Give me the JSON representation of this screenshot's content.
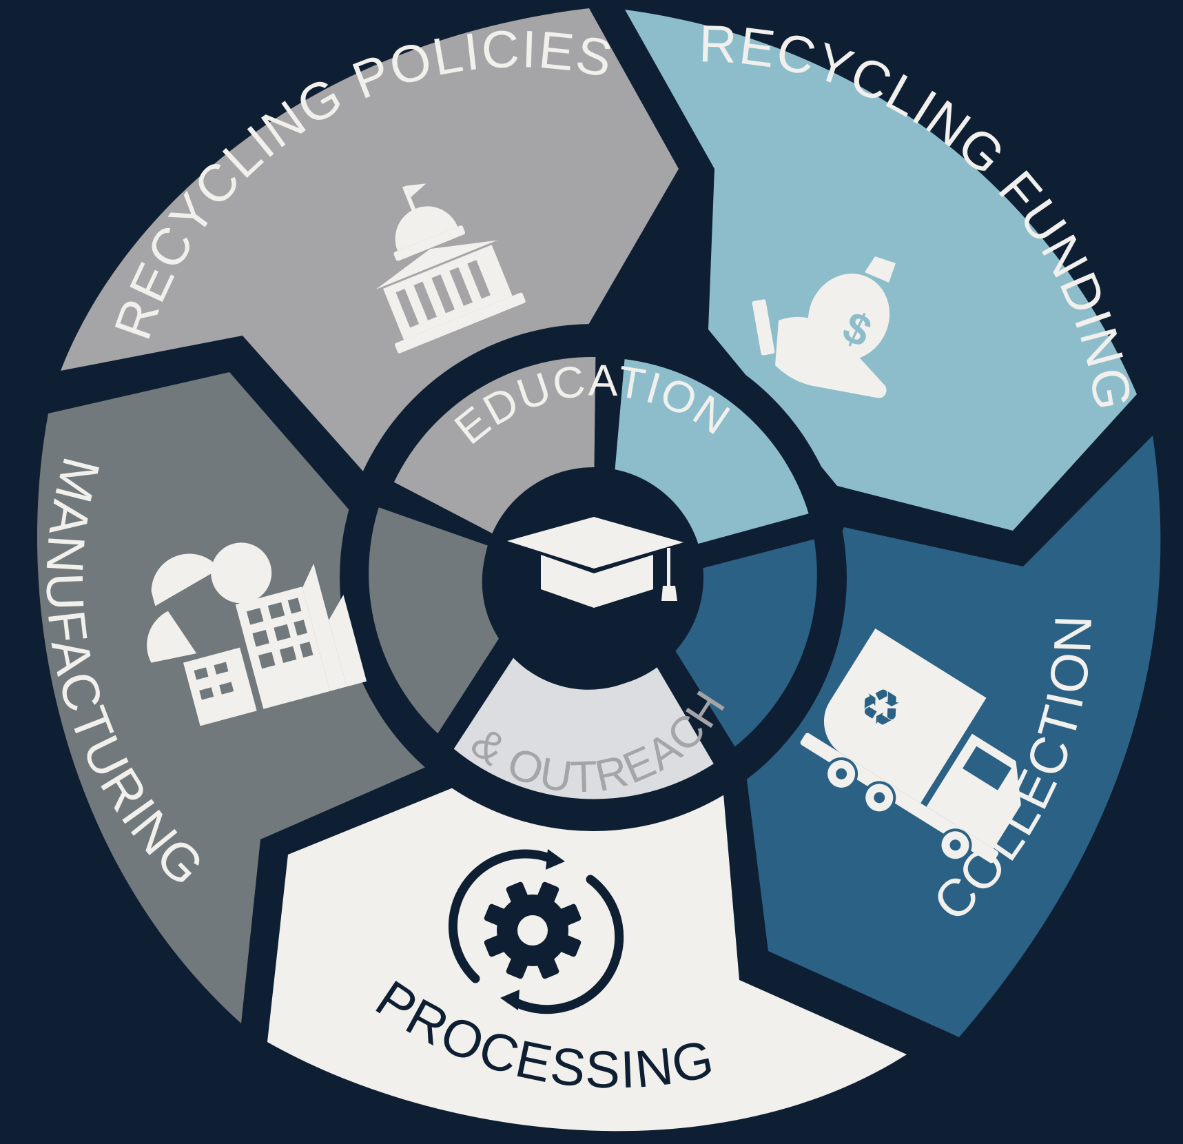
{
  "colors": {
    "background": "#0f1f33",
    "policies": "#a5a5a7",
    "funding": "#8dbdcb",
    "collection": "#2b6185",
    "processing": "#f1f0ec",
    "manufacturing": "#71797c",
    "icon_light": "#f1f0ec",
    "text_light": "#f1f0ec",
    "text_dark": "#0f1f33",
    "outreach_text": "#a5a5a7",
    "inner_policies": "#a5a5a7",
    "inner_funding": "#8dbdcb",
    "inner_collection": "#2b6185",
    "inner_processing": "#dcdde0",
    "inner_manufacturing": "#71797c"
  },
  "segments": [
    {
      "id": "policies",
      "label": "RECYCLING POLICIES",
      "icon": "capitol-building-icon"
    },
    {
      "id": "funding",
      "label": "RECYCLING FUNDING",
      "icon": "money-bag-hand-icon"
    },
    {
      "id": "collection",
      "label": "COLLECTION",
      "icon": "recycling-truck-icon"
    },
    {
      "id": "processing",
      "label": "PROCESSING",
      "icon": "gear-cycle-icon"
    },
    {
      "id": "manufacturing",
      "label": "MANUFACTURING",
      "icon": "factory-icon"
    }
  ],
  "center": {
    "label_top": "EDUCATION",
    "label_bottom": "& OUTREACH",
    "icon": "graduation-cap-icon"
  }
}
